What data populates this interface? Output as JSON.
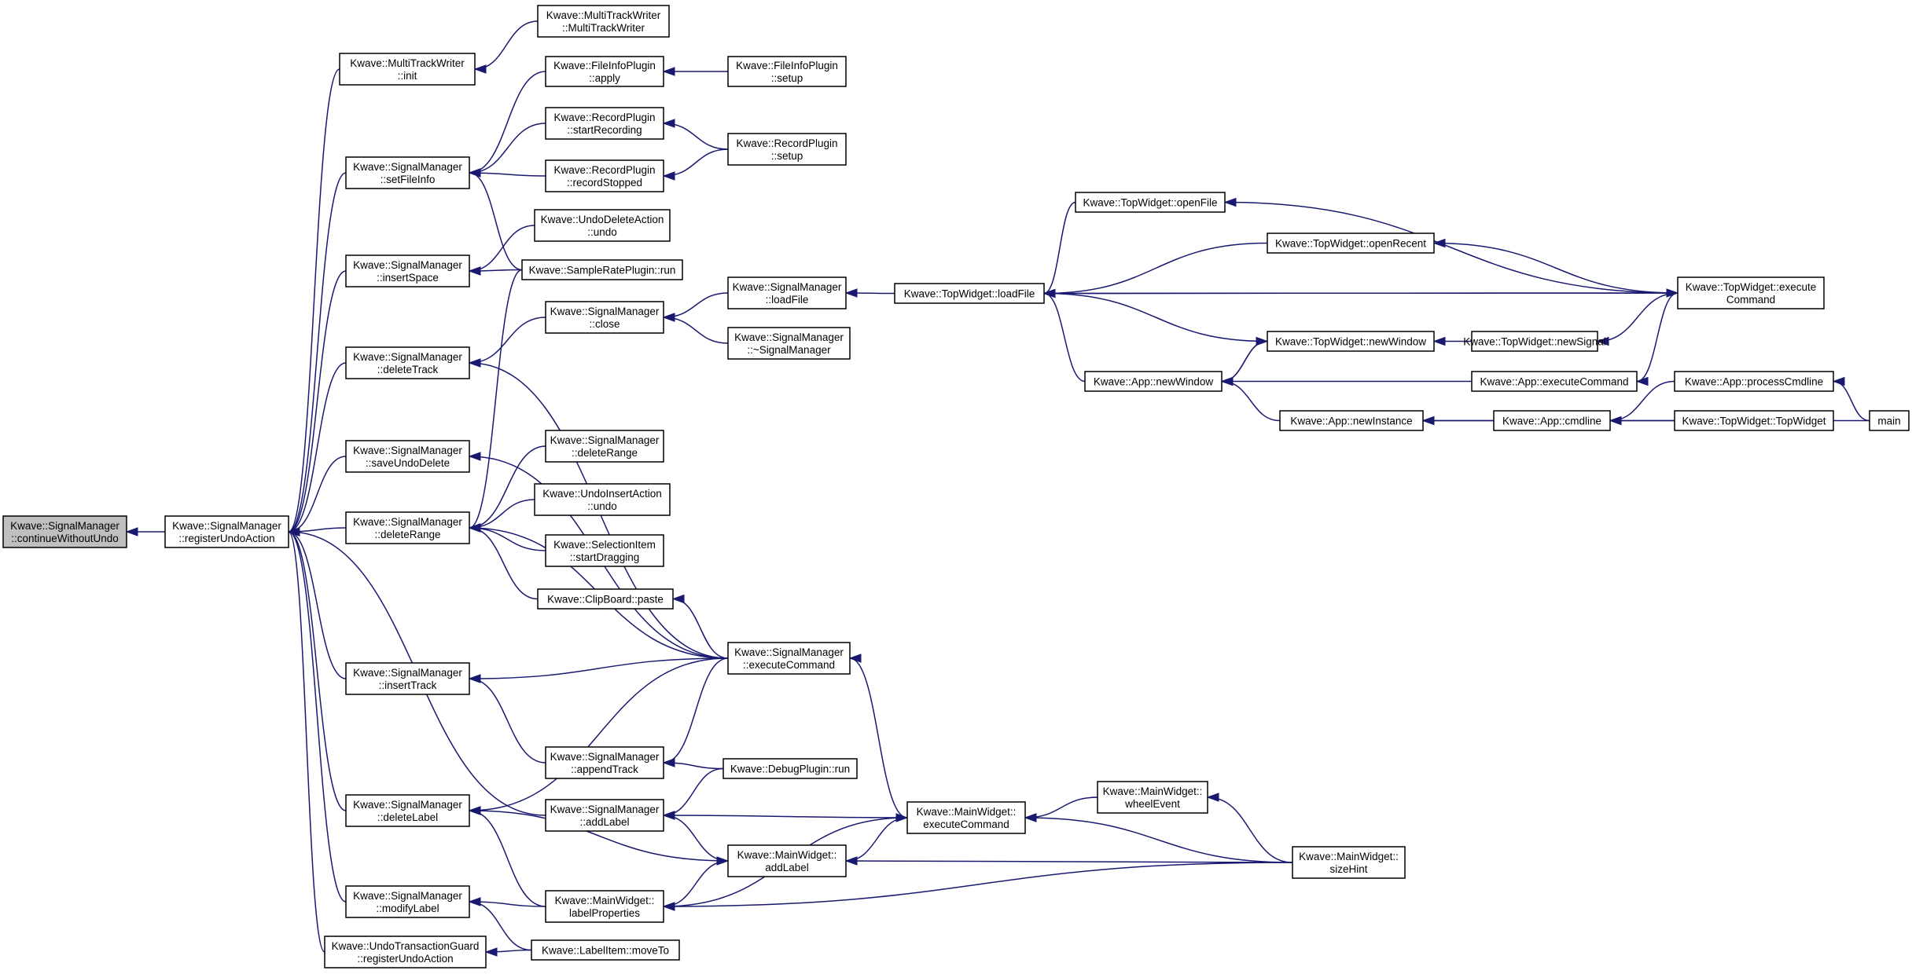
{
  "nodes": [
    {
      "id": "cwu",
      "lines": [
        "Kwave::SignalManager",
        "::continueWithoutUndo"
      ],
      "highlight": true
    },
    {
      "id": "rua",
      "lines": [
        "Kwave::SignalManager",
        "::registerUndoAction"
      ]
    },
    {
      "id": "mtw_init",
      "lines": [
        "Kwave::MultiTrackWriter",
        "::init"
      ]
    },
    {
      "id": "mtw_mtw",
      "lines": [
        "Kwave::MultiTrackWriter",
        "::MultiTrackWriter"
      ]
    },
    {
      "id": "sfi",
      "lines": [
        "Kwave::SignalManager",
        "::setFileInfo"
      ]
    },
    {
      "id": "fip_apply",
      "lines": [
        "Kwave::FileInfoPlugin",
        "::apply"
      ]
    },
    {
      "id": "fip_setup",
      "lines": [
        "Kwave::FileInfoPlugin",
        "::setup"
      ]
    },
    {
      "id": "rp_sr",
      "lines": [
        "Kwave::RecordPlugin",
        "::startRecording"
      ]
    },
    {
      "id": "rp_rs",
      "lines": [
        "Kwave::RecordPlugin",
        "::recordStopped"
      ]
    },
    {
      "id": "rp_setup",
      "lines": [
        "Kwave::RecordPlugin",
        "::setup"
      ]
    },
    {
      "id": "isp",
      "lines": [
        "Kwave::SignalManager",
        "::insertSpace"
      ]
    },
    {
      "id": "uda_undo",
      "lines": [
        "Kwave::UndoDeleteAction",
        "::undo"
      ]
    },
    {
      "id": "srp_run",
      "lines": [
        "Kwave::SampleRatePlugin::run"
      ]
    },
    {
      "id": "dtr",
      "lines": [
        "Kwave::SignalManager",
        "::deleteTrack"
      ]
    },
    {
      "id": "close",
      "lines": [
        "Kwave::SignalManager",
        "::close"
      ]
    },
    {
      "id": "loadfile",
      "lines": [
        "Kwave::SignalManager",
        "::loadFile"
      ]
    },
    {
      "id": "dtor",
      "lines": [
        "Kwave::SignalManager",
        "::~SignalManager"
      ]
    },
    {
      "id": "tw_load",
      "lines": [
        "Kwave::TopWidget::loadFile"
      ]
    },
    {
      "id": "tw_open",
      "lines": [
        "Kwave::TopWidget::openFile"
      ]
    },
    {
      "id": "tw_recent",
      "lines": [
        "Kwave::TopWidget::openRecent"
      ]
    },
    {
      "id": "tw_exec",
      "lines": [
        "Kwave::TopWidget::execute",
        "Command"
      ]
    },
    {
      "id": "tw_newwin",
      "lines": [
        "Kwave::TopWidget::newWindow"
      ]
    },
    {
      "id": "tw_newsig",
      "lines": [
        "Kwave::TopWidget::newSignal"
      ]
    },
    {
      "id": "app_newwin",
      "lines": [
        "Kwave::App::newWindow"
      ]
    },
    {
      "id": "app_exec",
      "lines": [
        "Kwave::App::executeCommand"
      ]
    },
    {
      "id": "app_newinst",
      "lines": [
        "Kwave::App::newInstance"
      ]
    },
    {
      "id": "app_cmdline",
      "lines": [
        "Kwave::App::cmdline"
      ]
    },
    {
      "id": "app_proc",
      "lines": [
        "Kwave::App::processCmdline"
      ]
    },
    {
      "id": "tw_tw",
      "lines": [
        "Kwave::TopWidget::TopWidget"
      ]
    },
    {
      "id": "main",
      "lines": [
        "main"
      ]
    },
    {
      "id": "sud",
      "lines": [
        "Kwave::SignalManager",
        "::saveUndoDelete"
      ]
    },
    {
      "id": "drange",
      "lines": [
        "Kwave::SignalManager",
        "::deleteRange"
      ]
    },
    {
      "id": "drange2",
      "lines": [
        "Kwave::SignalManager",
        "::deleteRange"
      ]
    },
    {
      "id": "uia_undo",
      "lines": [
        "Kwave::UndoInsertAction",
        "::undo"
      ]
    },
    {
      "id": "si_sd",
      "lines": [
        "Kwave::SelectionItem",
        "::startDragging"
      ]
    },
    {
      "id": "cb_paste",
      "lines": [
        "Kwave::ClipBoard::paste"
      ]
    },
    {
      "id": "sm_exec",
      "lines": [
        "Kwave::SignalManager",
        "::executeCommand"
      ]
    },
    {
      "id": "itr",
      "lines": [
        "Kwave::SignalManager",
        "::insertTrack"
      ]
    },
    {
      "id": "atr",
      "lines": [
        "Kwave::SignalManager",
        "::appendTrack"
      ]
    },
    {
      "id": "dp_run",
      "lines": [
        "Kwave::DebugPlugin::run"
      ]
    },
    {
      "id": "dlb",
      "lines": [
        "Kwave::SignalManager",
        "::deleteLabel"
      ]
    },
    {
      "id": "alb",
      "lines": [
        "Kwave::SignalManager",
        "::addLabel"
      ]
    },
    {
      "id": "mw_exec",
      "lines": [
        "Kwave::MainWidget::",
        "executeCommand"
      ]
    },
    {
      "id": "mw_wheel",
      "lines": [
        "Kwave::MainWidget::",
        "wheelEvent"
      ]
    },
    {
      "id": "mw_size",
      "lines": [
        "Kwave::MainWidget::",
        "sizeHint"
      ]
    },
    {
      "id": "mw_alb",
      "lines": [
        "Kwave::MainWidget::",
        "addLabel"
      ]
    },
    {
      "id": "mlb",
      "lines": [
        "Kwave::SignalManager",
        "::modifyLabel"
      ]
    },
    {
      "id": "mw_lp",
      "lines": [
        "Kwave::MainWidget::",
        "labelProperties"
      ]
    },
    {
      "id": "utg",
      "lines": [
        "Kwave::UndoTransactionGuard",
        "::registerUndoAction"
      ]
    },
    {
      "id": "li_mt",
      "lines": [
        "Kwave::LabelItem::moveTo"
      ]
    }
  ],
  "edges": [
    {
      "from": "rua",
      "to": "cwu"
    },
    {
      "from": "mtw_init",
      "to": "rua"
    },
    {
      "from": "sfi",
      "to": "rua"
    },
    {
      "from": "isp",
      "to": "rua"
    },
    {
      "from": "dtr",
      "to": "rua"
    },
    {
      "from": "sud",
      "to": "rua"
    },
    {
      "from": "drange",
      "to": "rua"
    },
    {
      "from": "itr",
      "to": "rua"
    },
    {
      "from": "dlb",
      "to": "rua"
    },
    {
      "from": "alb",
      "to": "rua"
    },
    {
      "from": "mlb",
      "to": "rua"
    },
    {
      "from": "utg",
      "to": "rua"
    },
    {
      "from": "mtw_mtw",
      "to": "mtw_init"
    },
    {
      "from": "fip_apply",
      "to": "sfi"
    },
    {
      "from": "rp_sr",
      "to": "sfi"
    },
    {
      "from": "rp_rs",
      "to": "sfi"
    },
    {
      "from": "srp_run",
      "to": "sfi"
    },
    {
      "from": "fip_setup",
      "to": "fip_apply"
    },
    {
      "from": "rp_setup",
      "to": "rp_sr"
    },
    {
      "from": "rp_setup",
      "to": "rp_rs"
    },
    {
      "from": "uda_undo",
      "to": "isp"
    },
    {
      "from": "srp_run",
      "to": "isp"
    },
    {
      "from": "close",
      "to": "dtr"
    },
    {
      "from": "sm_exec",
      "to": "dtr"
    },
    {
      "from": "loadfile",
      "to": "close"
    },
    {
      "from": "dtor",
      "to": "close"
    },
    {
      "from": "tw_load",
      "to": "loadfile"
    },
    {
      "from": "tw_open",
      "to": "tw_load"
    },
    {
      "from": "tw_recent",
      "to": "tw_load"
    },
    {
      "from": "tw_exec",
      "to": "tw_load"
    },
    {
      "from": "app_newwin",
      "to": "tw_load"
    },
    {
      "from": "tw_newwin",
      "to": "tw_load"
    },
    {
      "from": "tw_exec",
      "to": "tw_open"
    },
    {
      "from": "tw_exec",
      "to": "tw_recent"
    },
    {
      "from": "tw_load",
      "to": "tw_exec"
    },
    {
      "from": "app_newwin",
      "to": "tw_newwin"
    },
    {
      "from": "tw_newsig",
      "to": "tw_newwin"
    },
    {
      "from": "tw_exec",
      "to": "tw_newsig"
    },
    {
      "from": "tw_newwin",
      "to": "app_newwin"
    },
    {
      "from": "app_exec",
      "to": "app_newwin"
    },
    {
      "from": "app_newinst",
      "to": "app_newwin"
    },
    {
      "from": "tw_exec",
      "to": "app_exec"
    },
    {
      "from": "app_cmdline",
      "to": "app_newinst"
    },
    {
      "from": "main",
      "to": "app_newinst"
    },
    {
      "from": "app_proc",
      "to": "app_cmdline"
    },
    {
      "from": "tw_tw",
      "to": "app_cmdline"
    },
    {
      "from": "main",
      "to": "app_proc"
    },
    {
      "from": "sm_exec",
      "to": "sud"
    },
    {
      "from": "drange2",
      "to": "drange"
    },
    {
      "from": "uia_undo",
      "to": "drange"
    },
    {
      "from": "si_sd",
      "to": "drange"
    },
    {
      "from": "cb_paste",
      "to": "drange"
    },
    {
      "from": "sm_exec",
      "to": "drange"
    },
    {
      "from": "srp_run",
      "to": "drange"
    },
    {
      "from": "sm_exec",
      "to": "cb_paste"
    },
    {
      "from": "mw_exec",
      "to": "sm_exec"
    },
    {
      "from": "sm_exec",
      "to": "itr"
    },
    {
      "from": "atr",
      "to": "itr"
    },
    {
      "from": "sm_exec",
      "to": "atr"
    },
    {
      "from": "dp_run",
      "to": "atr"
    },
    {
      "from": "sm_exec",
      "to": "dlb"
    },
    {
      "from": "mw_alb",
      "to": "dlb"
    },
    {
      "from": "mw_lp",
      "to": "dlb"
    },
    {
      "from": "dp_run",
      "to": "alb"
    },
    {
      "from": "mw_exec",
      "to": "alb"
    },
    {
      "from": "mw_alb",
      "to": "alb"
    },
    {
      "from": "mw_alb",
      "to": "mw_exec"
    },
    {
      "from": "mw_wheel",
      "to": "mw_exec"
    },
    {
      "from": "mw_size",
      "to": "mw_exec"
    },
    {
      "from": "mw_size",
      "to": "mw_wheel"
    },
    {
      "from": "mw_size",
      "to": "mw_alb"
    },
    {
      "from": "mw_lp",
      "to": "mw_alb"
    },
    {
      "from": "mw_exec",
      "to": "mw_lp"
    },
    {
      "from": "mw_size",
      "to": "mw_lp"
    },
    {
      "from": "mw_lp",
      "to": "mlb"
    },
    {
      "from": "li_mt",
      "to": "mlb"
    },
    {
      "from": "li_mt",
      "to": "utg"
    }
  ],
  "colors": {
    "edge": "#191970",
    "node_border": "#000000",
    "node_fill": "#ffffff",
    "highlight_fill": "#bfbfbf"
  }
}
